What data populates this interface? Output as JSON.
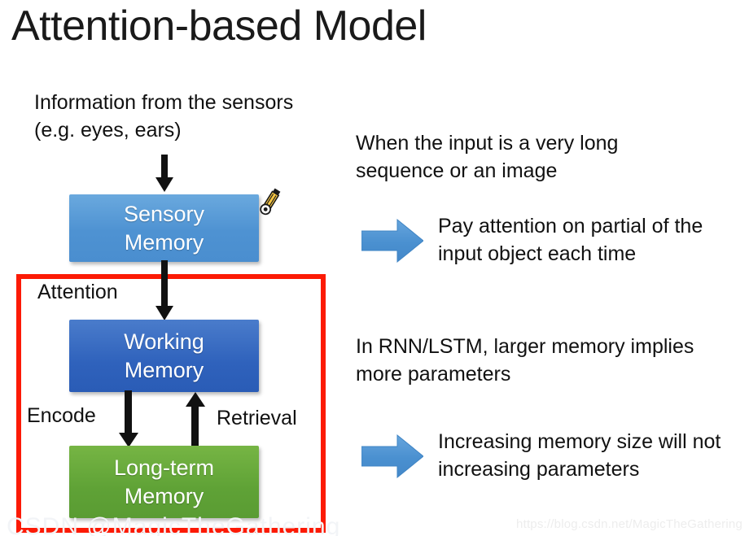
{
  "slide": {
    "title": "Attention-based Model",
    "background_color": "#ffffff"
  },
  "diagram": {
    "input_caption": "Information from the sensors (e.g. eyes, ears)",
    "highlight_box": {
      "color": "#fc1a05",
      "label": "attention-highlight-region"
    },
    "blocks": [
      {
        "id": "sensory-memory",
        "line1": "Sensory",
        "line2": "Memory",
        "color": "#4e92d2"
      },
      {
        "id": "working-memory",
        "line1": "Working",
        "line2": "Memory",
        "color": "#2f62bc"
      },
      {
        "id": "long-term-memory",
        "line1": "Long-term",
        "line2": "Memory",
        "color": "#5fa236"
      }
    ],
    "edge_labels": {
      "attention": "Attention",
      "encode": "Encode",
      "retrieval": "Retrieval"
    },
    "cursor_icon": "pencil-icon"
  },
  "notes": {
    "paragraph_1": "When the input is a very long sequence or an image",
    "bullet_1": "Pay attention on partial of the input object each time",
    "paragraph_2": "In RNN/LSTM, larger memory implies more parameters",
    "bullet_2": "Increasing memory size will not increasing parameters",
    "bullet_arrow_color": "#4a90d0"
  },
  "watermark": {
    "right": "https://blog.csdn.net/MagicTheGathering",
    "left": "CSDN @MagicTheGathering"
  }
}
